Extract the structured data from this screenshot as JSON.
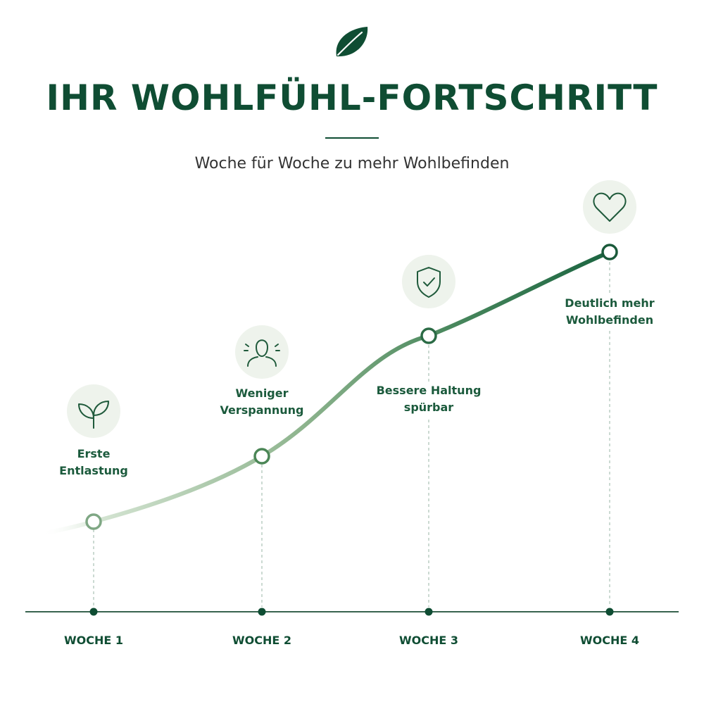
{
  "header": {
    "title": "IHR WOHLFÜHL-FORTSCHRITT",
    "subtitle": "Woche für Woche zu mehr Wohlbefinden",
    "logo_icon": "leaf-icon"
  },
  "colors": {
    "primary": "#0f4d33",
    "line_light": "#cfe0cd",
    "line_dark": "#1e6a44",
    "icon_bg": "#eef3ec",
    "dashed": "#a9c2b3"
  },
  "milestones": [
    {
      "week": "WOCHE 1",
      "text": [
        "Erste",
        "Entlastung"
      ],
      "icon": "sprout-icon"
    },
    {
      "week": "WOCHE 2",
      "text": [
        "Weniger",
        "Verspannung"
      ],
      "icon": "person-relief-icon"
    },
    {
      "week": "WOCHE 3",
      "text": [
        "Bessere Haltung",
        "spürbar"
      ],
      "icon": "shield-check-icon"
    },
    {
      "week": "WOCHE 4",
      "text": [
        "Deutlich mehr",
        "Wohlbefinden"
      ],
      "icon": "heart-icon"
    }
  ]
}
